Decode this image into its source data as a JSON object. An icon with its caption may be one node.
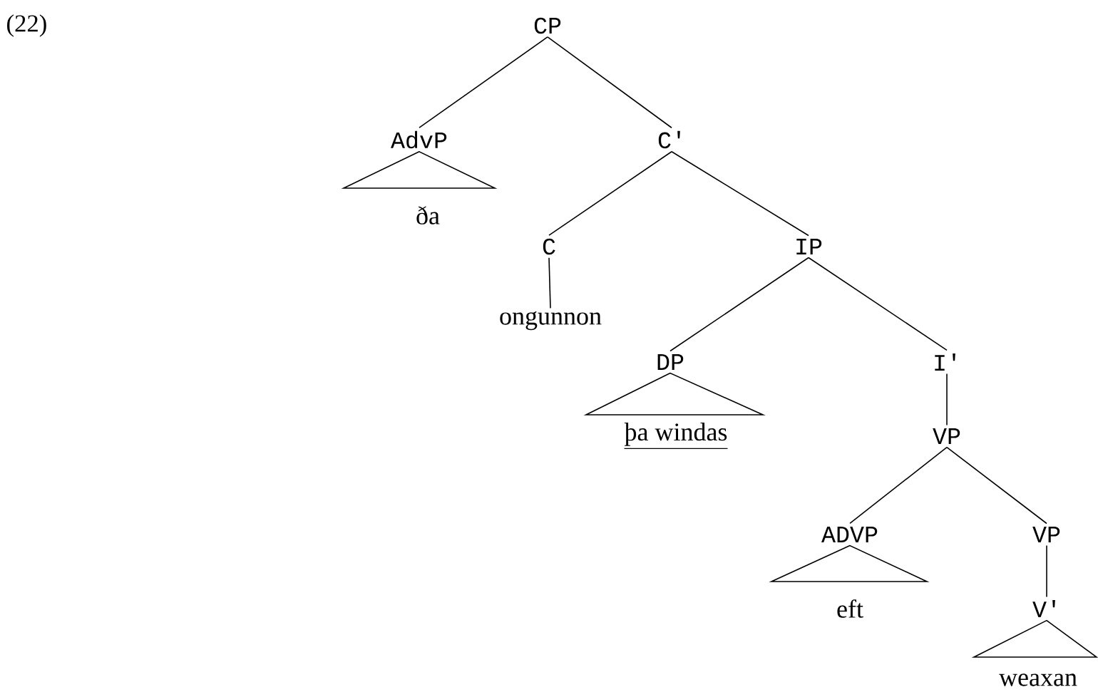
{
  "diagram": {
    "nodes": [
      {
        "text": [
          "CP"
        ]
      },
      {
        "text": [
          "AdvP"
        ]
      },
      {
        "text": [
          "ða"
        ]
      },
      {
        "text": [
          "C′"
        ]
      },
      {
        "text": [
          "C"
        ]
      },
      {
        "text": [
          "ongunnon"
        ]
      },
      {
        "text": [
          "IP"
        ]
      },
      {
        "text": [
          "DP"
        ]
      },
      {
        "text": [
          "þa windas"
        ]
      },
      {
        "text": [
          "I′"
        ]
      },
      {
        "text": [
          "VP"
        ]
      },
      {
        "text": [
          "ADVP"
        ]
      },
      {
        "text": [
          "eft"
        ]
      },
      {
        "text": [
          "VP"
        ]
      },
      {
        "text": [
          "V′"
        ]
      },
      {
        "text": [
          "weaxan"
        ]
      }
    ],
    "edges": [
      {
        "from": 0,
        "to": 1,
        "arrow": "none"
      },
      {
        "from": 0,
        "to": 3,
        "arrow": "none"
      },
      {
        "from": 1,
        "to": 2,
        "arrow": "none"
      },
      {
        "from": 3,
        "to": 4,
        "arrow": "none"
      },
      {
        "from": 3,
        "to": 6,
        "arrow": "none"
      },
      {
        "from": 4,
        "to": 5,
        "arrow": "none"
      },
      {
        "from": 6,
        "to": 7,
        "arrow": "none"
      },
      {
        "from": 6,
        "to": 9,
        "arrow": "none"
      },
      {
        "from": 7,
        "to": 8,
        "arrow": "none"
      },
      {
        "from": 9,
        "to": 10,
        "arrow": "none"
      },
      {
        "from": 10,
        "to": 11,
        "arrow": "none"
      },
      {
        "from": 10,
        "to": 13,
        "arrow": "none"
      },
      {
        "from": 11,
        "to": 12,
        "arrow": "none"
      },
      {
        "from": 13,
        "to": 14,
        "arrow": "none"
      },
      {
        "from": 14,
        "to": 15,
        "arrow": "none"
      }
    ],
    "labels": [
      "(22)"
    ]
  }
}
